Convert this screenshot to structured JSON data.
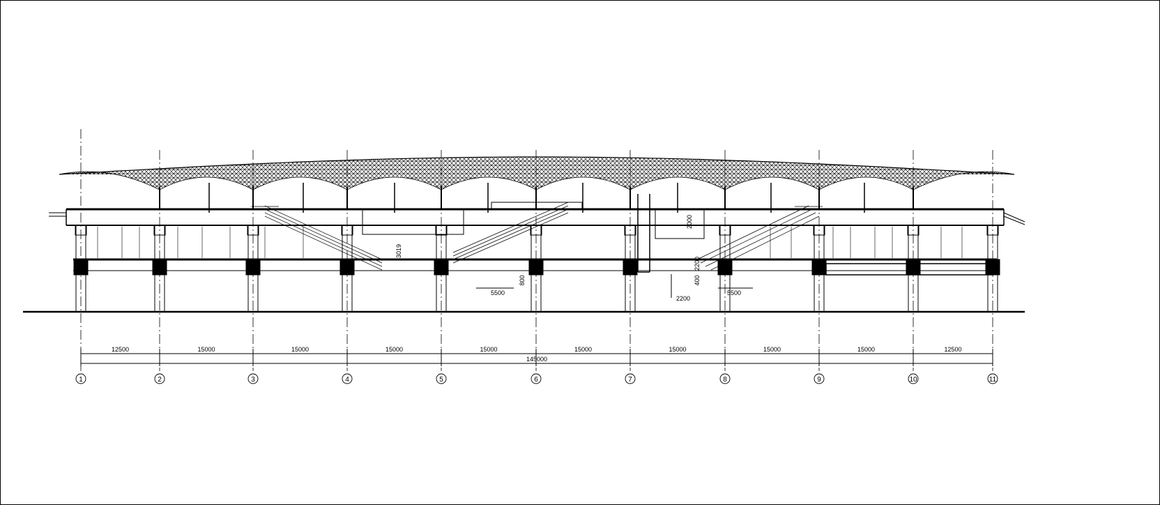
{
  "drawing": {
    "type": "railway station cross-section elevation",
    "grid_axes": [
      "1",
      "2",
      "3",
      "4",
      "5",
      "6",
      "7",
      "8",
      "9",
      "10",
      "11"
    ],
    "bay_dimensions": [
      "12500",
      "15000",
      "15000",
      "15000",
      "15000",
      "15000",
      "15000",
      "15000",
      "15000",
      "12500"
    ],
    "total_dimension": "145000",
    "detail_dimensions": {
      "left_stair_height": "3019",
      "escalator_pit_depth": "800",
      "escalator_pit_width_left": "5500",
      "escalator_pit_width_right": "5500",
      "shaft_width": "2200",
      "clear_height": "2200",
      "step_height": "400",
      "upper_height": "2000"
    }
  }
}
